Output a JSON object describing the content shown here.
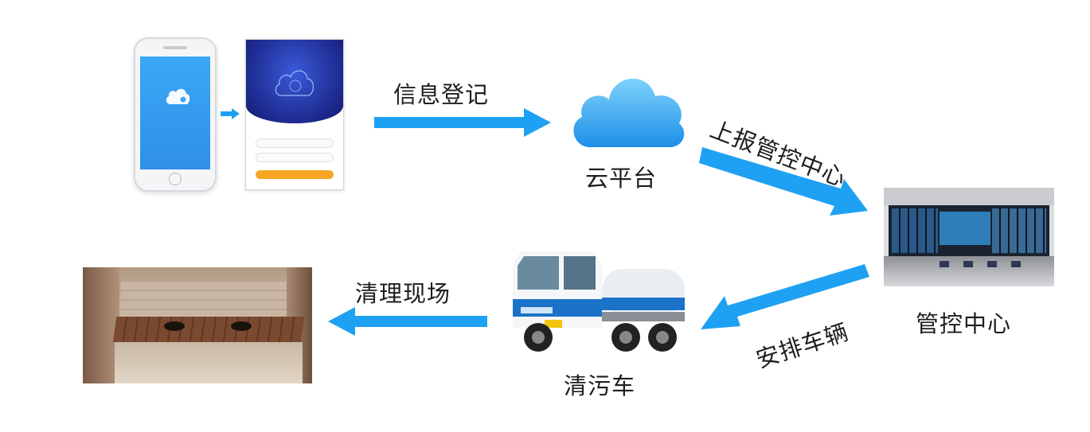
{
  "nodes": {
    "cloud": "云平台",
    "control": "管控中心",
    "truck": "清污车"
  },
  "edges": {
    "register": "信息登记",
    "report": "上报管控中心",
    "dispatch": "安排车辆",
    "clean": "清理现场"
  },
  "colors": {
    "arrow": "#1ea1f2",
    "cloud_top": "#7fd2fb",
    "cloud_bottom": "#1c8fe8"
  },
  "icons": [
    "phone-splash",
    "phone-login",
    "cloud-icon",
    "control-room-photo",
    "truck-photo",
    "toilet-photo"
  ]
}
